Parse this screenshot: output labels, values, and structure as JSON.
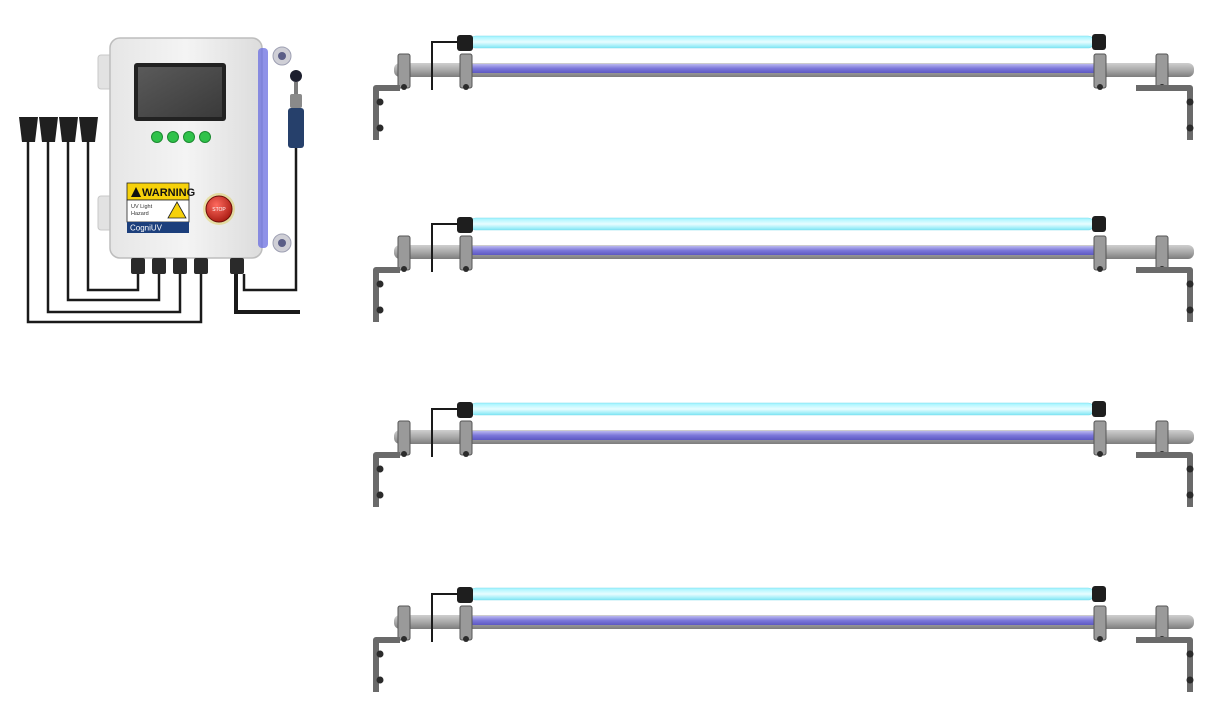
{
  "control_box": {
    "warning_title": "WARNING",
    "warning_line1": "UV Light",
    "warning_line2": "Hazard",
    "brand": "CogniUV",
    "stop_label": "STOP"
  },
  "lamp_fixtures": [
    {
      "label": ""
    },
    {
      "label": ""
    },
    {
      "label": ""
    },
    {
      "label": ""
    }
  ]
}
